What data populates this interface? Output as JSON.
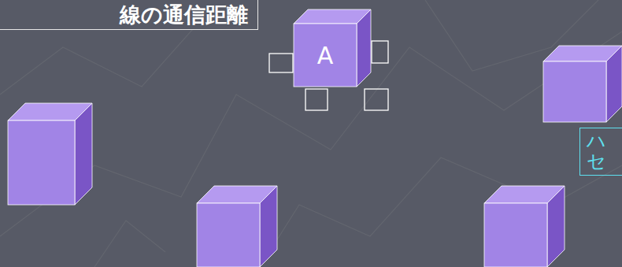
{
  "diagram": {
    "title": "線の通信距離",
    "nodes": [
      {
        "text": [
          "A"
        ]
      },
      {
        "text": [
          "ハ セ"
        ]
      }
    ]
  }
}
